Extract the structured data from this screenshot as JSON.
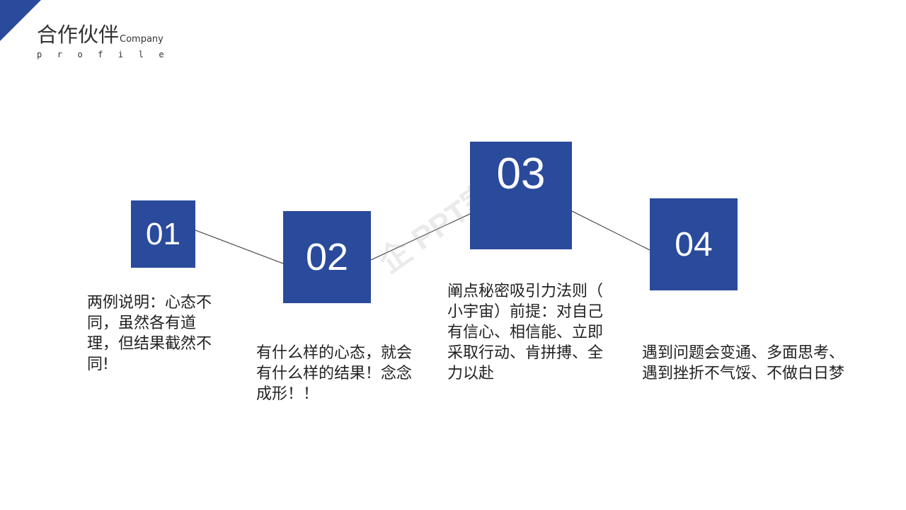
{
  "header": {
    "title": "合作伙伴",
    "title_suffix": "Company",
    "subtitle": "profile"
  },
  "steps": [
    {
      "number": "01",
      "text": "两例说明：心态不同，虽然各有道理，但结果截然不同!"
    },
    {
      "number": "02",
      "text": "有什么样的心态，就会有什么样的结果！念念成形！！"
    },
    {
      "number": "03",
      "text": "阐点秘密吸引力法则（ 小宇宙）前提：对自己有信心、相信能、立即采取行动、肯拼搏、全力以赴"
    },
    {
      "number": "04",
      "text": "遇到问题会变通、多面思考、遇到挫折不气馁、不做白日梦"
    }
  ],
  "watermark": "企 PPT家园",
  "colors": {
    "accent": "#2a4a9b",
    "text": "#222222"
  }
}
